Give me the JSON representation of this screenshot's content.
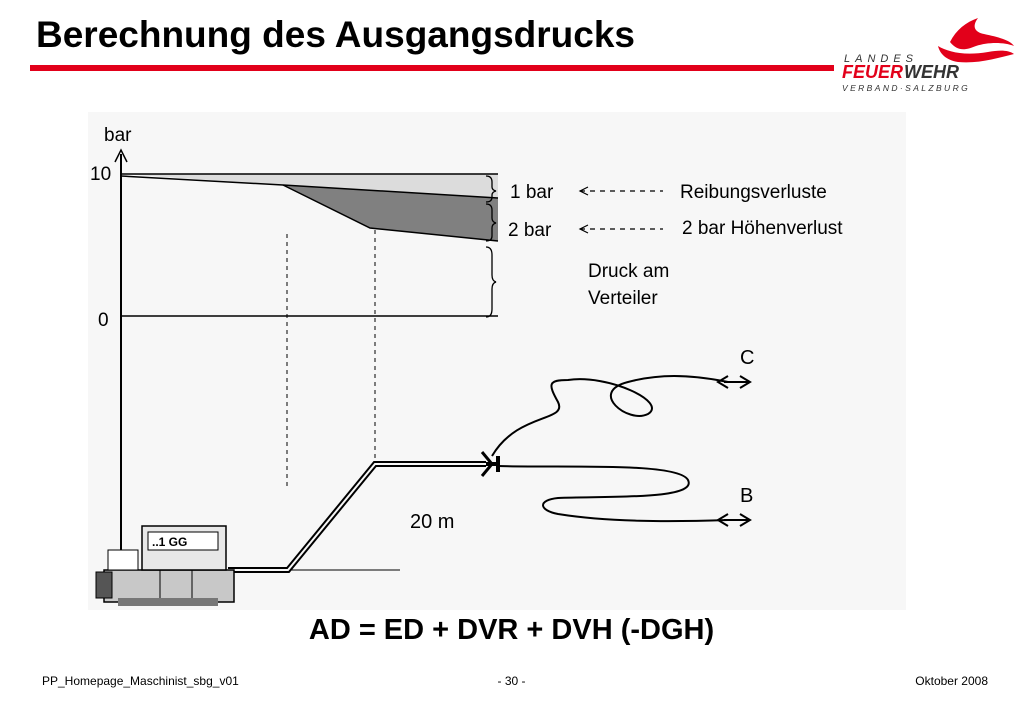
{
  "header": {
    "title": "Berechnung des Ausgangsdrucks",
    "accent_color": "#e2001a"
  },
  "logo": {
    "line1": "LANDES",
    "line2a": "FEUER",
    "line2b": "WEHR",
    "line3": "VERBAND·SALZBURG",
    "icon": "flame-swoosh-icon"
  },
  "diagram": {
    "y_unit": "bar",
    "tick_10": "10",
    "tick_0": "0",
    "brace1_label": "1 bar",
    "brace1_desc": "Reibungsverluste",
    "brace2_label": "2 bar",
    "brace2_desc": "2 bar Höhenverlust",
    "brace3_desc_line1": "Druck am",
    "brace3_desc_line2": "Verteiler",
    "height_label": "20 m",
    "outlet_c": "C",
    "outlet_b": "B",
    "pump_label": "..1 GG"
  },
  "formula": "AD = ED + DVR + DVH (-DGH)",
  "footer": {
    "left": "PP_Homepage_Maschinist_sbg_v01",
    "center": "- 30 -",
    "right": "Oktober 2008"
  }
}
